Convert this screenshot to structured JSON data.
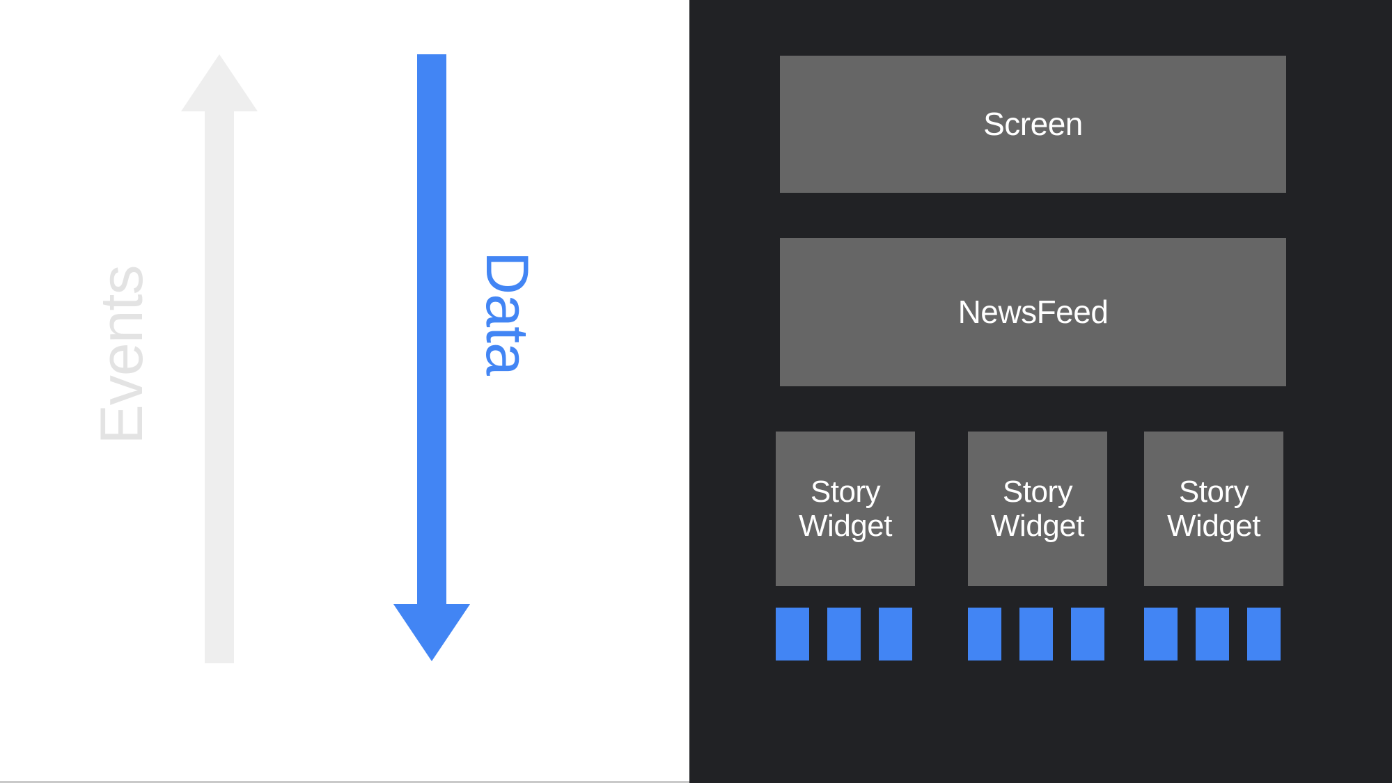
{
  "diagram": {
    "title": "Unidirectional data flow widget tree",
    "background_light": "#ffffff",
    "background_dark": "#212225"
  },
  "flow": {
    "arrows": [
      {
        "id": "events",
        "label": "Events",
        "direction": "up",
        "color": "#e9e9e9",
        "label_color": "#e3e3e3"
      },
      {
        "id": "data",
        "label": "Data",
        "direction": "down",
        "color": "#4285f4",
        "label_color": "#4285f4"
      }
    ]
  },
  "tree": {
    "node_color": "#666666",
    "node_text_color": "#ffffff",
    "leaf_color": "#4285f4",
    "root": {
      "label": "Screen"
    },
    "feed": {
      "label": "NewsFeed"
    },
    "stories": [
      {
        "label": "Story\nWidget",
        "line1": "Story",
        "line2": "Widget"
      },
      {
        "label": "Story\nWidget",
        "line1": "Story",
        "line2": "Widget"
      },
      {
        "label": "Story\nWidget",
        "line1": "Story",
        "line2": "Widget"
      }
    ],
    "leaf_groups": [
      {
        "count": 3,
        "left_positions": [
          124,
          198,
          272
        ]
      },
      {
        "count": 3,
        "left_positions": [
          400,
          474,
          548
        ]
      },
      {
        "count": 3,
        "left_positions": [
          653,
          727,
          801
        ]
      }
    ]
  }
}
